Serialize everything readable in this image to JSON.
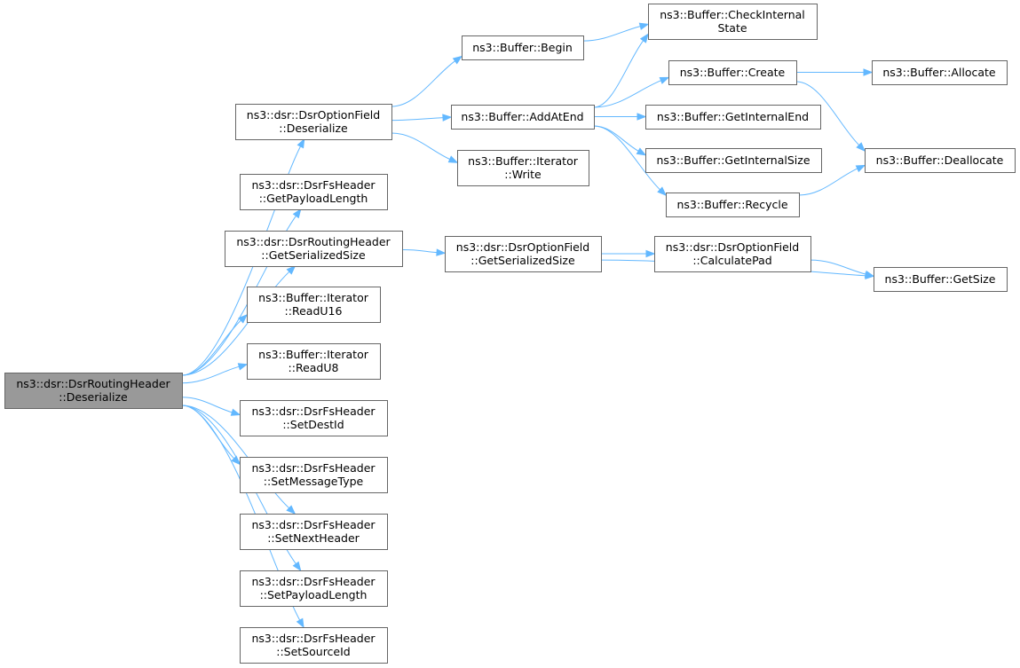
{
  "graph": {
    "edge_color": "#63b8ff",
    "node_border_color": "#666666",
    "root_fill_color": "#999999",
    "nodes": [
      {
        "id": "n0",
        "lines": [
          "ns3::dsr::DsrRoutingHeader",
          "::Deserialize"
        ],
        "root": true
      },
      {
        "id": "n1",
        "lines": [
          "ns3::dsr::DsrOptionField",
          "::Deserialize"
        ]
      },
      {
        "id": "n2",
        "lines": [
          "ns3::dsr::DsrFsHeader",
          "::GetPayloadLength"
        ]
      },
      {
        "id": "n3",
        "lines": [
          "ns3::dsr::DsrRoutingHeader",
          "::GetSerializedSize"
        ]
      },
      {
        "id": "n4",
        "lines": [
          "ns3::Buffer::Iterator",
          "::ReadU16"
        ]
      },
      {
        "id": "n5",
        "lines": [
          "ns3::Buffer::Iterator",
          "::ReadU8"
        ]
      },
      {
        "id": "n6",
        "lines": [
          "ns3::dsr::DsrFsHeader",
          "::SetDestId"
        ]
      },
      {
        "id": "n7",
        "lines": [
          "ns3::dsr::DsrFsHeader",
          "::SetMessageType"
        ]
      },
      {
        "id": "n8",
        "lines": [
          "ns3::dsr::DsrFsHeader",
          "::SetNextHeader"
        ]
      },
      {
        "id": "n9",
        "lines": [
          "ns3::dsr::DsrFsHeader",
          "::SetPayloadLength"
        ]
      },
      {
        "id": "n10",
        "lines": [
          "ns3::dsr::DsrFsHeader",
          "::SetSourceId"
        ]
      },
      {
        "id": "n11",
        "lines": [
          "ns3::Buffer::Begin"
        ]
      },
      {
        "id": "n12",
        "lines": [
          "ns3::Buffer::AddAtEnd"
        ]
      },
      {
        "id": "n13",
        "lines": [
          "ns3::Buffer::Iterator",
          "::Write"
        ]
      },
      {
        "id": "n14",
        "lines": [
          "ns3::Buffer::CheckInternal",
          "State"
        ]
      },
      {
        "id": "n15",
        "lines": [
          "ns3::Buffer::Create"
        ]
      },
      {
        "id": "n16",
        "lines": [
          "ns3::Buffer::GetInternalEnd"
        ]
      },
      {
        "id": "n17",
        "lines": [
          "ns3::Buffer::GetInternalSize"
        ]
      },
      {
        "id": "n18",
        "lines": [
          "ns3::Buffer::Recycle"
        ]
      },
      {
        "id": "n19",
        "lines": [
          "ns3::Buffer::Allocate"
        ]
      },
      {
        "id": "n20",
        "lines": [
          "ns3::Buffer::Deallocate"
        ]
      },
      {
        "id": "n21",
        "lines": [
          "ns3::dsr::DsrOptionField",
          "::GetSerializedSize"
        ]
      },
      {
        "id": "n22",
        "lines": [
          "ns3::dsr::DsrOptionField",
          "::CalculatePad"
        ]
      },
      {
        "id": "n23",
        "lines": [
          "ns3::Buffer::GetSize"
        ]
      }
    ],
    "edges": [
      {
        "from": "n0",
        "to": "n1"
      },
      {
        "from": "n0",
        "to": "n2"
      },
      {
        "from": "n0",
        "to": "n3"
      },
      {
        "from": "n0",
        "to": "n4"
      },
      {
        "from": "n0",
        "to": "n5"
      },
      {
        "from": "n0",
        "to": "n6"
      },
      {
        "from": "n0",
        "to": "n7"
      },
      {
        "from": "n0",
        "to": "n8"
      },
      {
        "from": "n0",
        "to": "n9"
      },
      {
        "from": "n0",
        "to": "n10"
      },
      {
        "from": "n1",
        "to": "n11"
      },
      {
        "from": "n1",
        "to": "n12"
      },
      {
        "from": "n1",
        "to": "n13"
      },
      {
        "from": "n11",
        "to": "n14"
      },
      {
        "from": "n12",
        "to": "n14"
      },
      {
        "from": "n12",
        "to": "n15"
      },
      {
        "from": "n12",
        "to": "n16"
      },
      {
        "from": "n12",
        "to": "n17"
      },
      {
        "from": "n12",
        "to": "n18"
      },
      {
        "from": "n15",
        "to": "n19"
      },
      {
        "from": "n15",
        "to": "n20"
      },
      {
        "from": "n18",
        "to": "n20"
      },
      {
        "from": "n3",
        "to": "n21"
      },
      {
        "from": "n21",
        "to": "n22"
      },
      {
        "from": "n21",
        "to": "n23"
      },
      {
        "from": "n22",
        "to": "n23"
      }
    ]
  }
}
